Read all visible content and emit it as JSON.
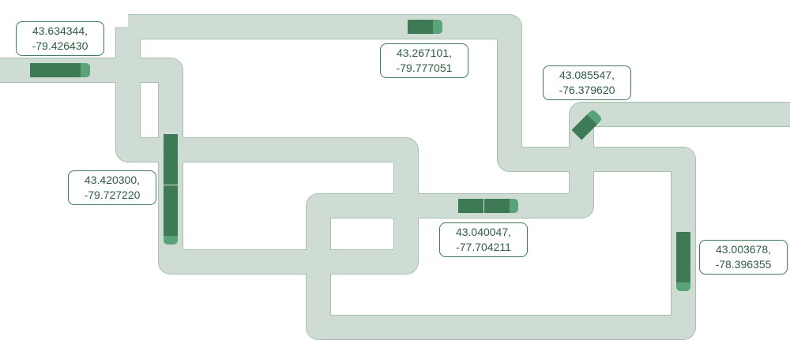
{
  "colors": {
    "background": "#ffffff",
    "road_fill": "#cfdcd4",
    "road_edge": "#a9bfb1",
    "vehicle_body": "#3f7a56",
    "vehicle_cab": "#5aa27a",
    "label_border": "#3f7a56",
    "label_text": "#2f5e42"
  },
  "vehicle_icon": "truck-icon",
  "markers": [
    {
      "id": "v1",
      "lat": "43.634344,",
      "lon": "-79.426430"
    },
    {
      "id": "v2",
      "lat": "43.267101,",
      "lon": "-79.777051"
    },
    {
      "id": "v3",
      "lat": "43.085547,",
      "lon": "-76.379620"
    },
    {
      "id": "v4",
      "lat": "43.420300,",
      "lon": "-79.727220"
    },
    {
      "id": "v5",
      "lat": "43.040047,",
      "lon": "-77.704211"
    },
    {
      "id": "v6",
      "lat": "43.003678,",
      "lon": "-78.396355"
    }
  ]
}
